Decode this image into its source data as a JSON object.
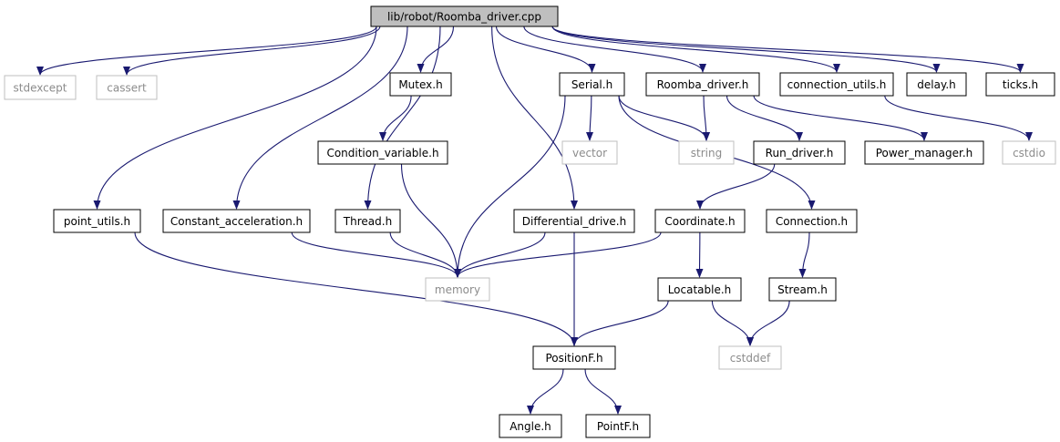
{
  "colors": {
    "edge": "#191970",
    "root_fill": "#bfbfbf",
    "internal_border": "#000000",
    "external_border": "#bfbfbf",
    "external_text": "#8c8c8c"
  },
  "nodes": [
    {
      "id": "root",
      "label": "lib/robot/Roomba_driver.cpp",
      "kind": "root"
    },
    {
      "id": "stdexcept",
      "label": "stdexcept",
      "kind": "external"
    },
    {
      "id": "cassert",
      "label": "cassert",
      "kind": "external"
    },
    {
      "id": "mutex",
      "label": "Mutex.h",
      "kind": "internal"
    },
    {
      "id": "serial",
      "label": "Serial.h",
      "kind": "internal"
    },
    {
      "id": "roombah",
      "label": "Roomba_driver.h",
      "kind": "internal"
    },
    {
      "id": "connutils",
      "label": "connection_utils.h",
      "kind": "internal"
    },
    {
      "id": "delay",
      "label": "delay.h",
      "kind": "internal"
    },
    {
      "id": "ticks",
      "label": "ticks.h",
      "kind": "internal"
    },
    {
      "id": "condvar",
      "label": "Condition_variable.h",
      "kind": "internal"
    },
    {
      "id": "vector",
      "label": "vector",
      "kind": "external"
    },
    {
      "id": "string",
      "label": "string",
      "kind": "external"
    },
    {
      "id": "rundriver",
      "label": "Run_driver.h",
      "kind": "internal"
    },
    {
      "id": "power",
      "label": "Power_manager.h",
      "kind": "internal"
    },
    {
      "id": "cstdio",
      "label": "cstdio",
      "kind": "external"
    },
    {
      "id": "pointutils",
      "label": "point_utils.h",
      "kind": "internal"
    },
    {
      "id": "constacc",
      "label": "Constant_acceleration.h",
      "kind": "internal"
    },
    {
      "id": "thread",
      "label": "Thread.h",
      "kind": "internal"
    },
    {
      "id": "diffdrive",
      "label": "Differential_drive.h",
      "kind": "internal"
    },
    {
      "id": "coordinate",
      "label": "Coordinate.h",
      "kind": "internal"
    },
    {
      "id": "connection",
      "label": "Connection.h",
      "kind": "internal"
    },
    {
      "id": "memory",
      "label": "memory",
      "kind": "external"
    },
    {
      "id": "locatable",
      "label": "Locatable.h",
      "kind": "internal"
    },
    {
      "id": "stream",
      "label": "Stream.h",
      "kind": "internal"
    },
    {
      "id": "positionf",
      "label": "PositionF.h",
      "kind": "internal"
    },
    {
      "id": "cstddef",
      "label": "cstddef",
      "kind": "external"
    },
    {
      "id": "angle",
      "label": "Angle.h",
      "kind": "internal"
    },
    {
      "id": "pointf",
      "label": "PointF.h",
      "kind": "internal"
    }
  ],
  "edges": [
    {
      "from": "root",
      "to": "stdexcept"
    },
    {
      "from": "root",
      "to": "cassert"
    },
    {
      "from": "root",
      "to": "mutex"
    },
    {
      "from": "root",
      "to": "serial"
    },
    {
      "from": "root",
      "to": "roombah"
    },
    {
      "from": "root",
      "to": "connutils"
    },
    {
      "from": "root",
      "to": "delay"
    },
    {
      "from": "root",
      "to": "ticks"
    },
    {
      "from": "root",
      "to": "pointutils"
    },
    {
      "from": "root",
      "to": "constacc"
    },
    {
      "from": "root",
      "to": "thread"
    },
    {
      "from": "root",
      "to": "diffdrive"
    },
    {
      "from": "mutex",
      "to": "condvar"
    },
    {
      "from": "condvar",
      "to": "memory"
    },
    {
      "from": "serial",
      "to": "vector"
    },
    {
      "from": "serial",
      "to": "string"
    },
    {
      "from": "serial",
      "to": "memory"
    },
    {
      "from": "serial",
      "to": "connection"
    },
    {
      "from": "roombah",
      "to": "string"
    },
    {
      "from": "roombah",
      "to": "rundriver"
    },
    {
      "from": "roombah",
      "to": "power"
    },
    {
      "from": "connutils",
      "to": "cstdio"
    },
    {
      "from": "rundriver",
      "to": "coordinate"
    },
    {
      "from": "pointutils",
      "to": "positionf"
    },
    {
      "from": "constacc",
      "to": "memory"
    },
    {
      "from": "thread",
      "to": "memory"
    },
    {
      "from": "diffdrive",
      "to": "memory"
    },
    {
      "from": "diffdrive",
      "to": "positionf"
    },
    {
      "from": "coordinate",
      "to": "memory"
    },
    {
      "from": "coordinate",
      "to": "locatable"
    },
    {
      "from": "connection",
      "to": "stream"
    },
    {
      "from": "locatable",
      "to": "positionf"
    },
    {
      "from": "locatable",
      "to": "cstddef"
    },
    {
      "from": "stream",
      "to": "cstddef"
    },
    {
      "from": "positionf",
      "to": "angle"
    },
    {
      "from": "positionf",
      "to": "pointf"
    }
  ]
}
